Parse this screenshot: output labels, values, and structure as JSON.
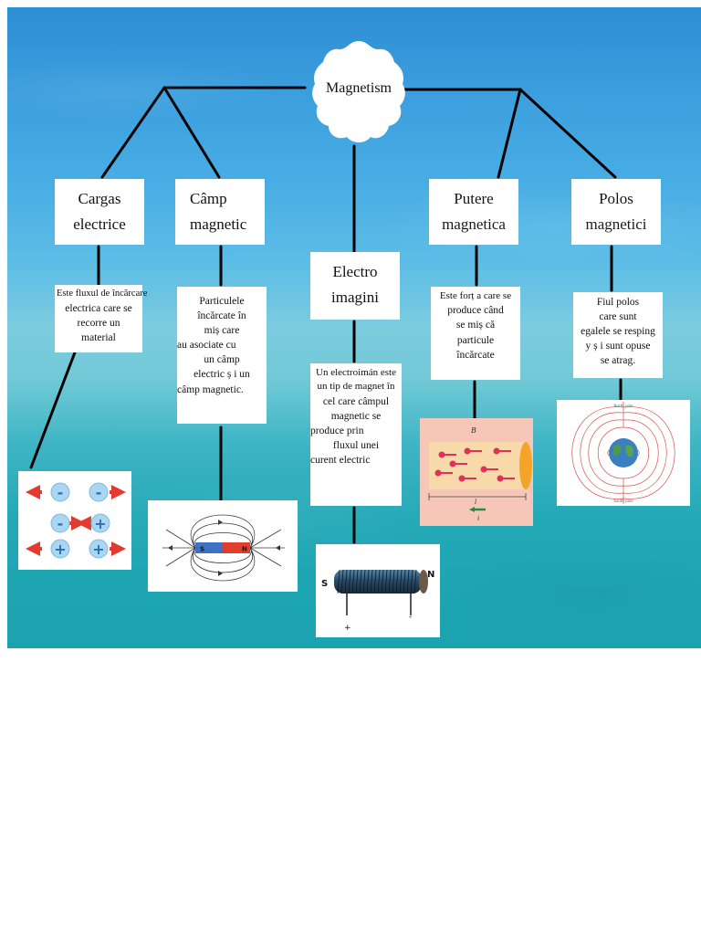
{
  "title": "Magnetism",
  "branches": {
    "cargas": {
      "heading": [
        "Cargas",
        "electrice"
      ],
      "description": [
        "Este fluxul de încărcare",
        "electrica care se",
        "recorre un",
        "material"
      ]
    },
    "camp": {
      "heading": [
        "Câmp",
        "magnetic"
      ],
      "description": [
        "Particulele",
        "încărcate în",
        "miș care",
        "au asociate cu",
        "un câmp",
        "electric ș i un",
        "câmp magnetic."
      ]
    },
    "electro": {
      "heading": [
        "Electro",
        "imagini"
      ],
      "description": [
        "Un electroimán este",
        "un tip de magnet în",
        "cel care câmpul",
        "magnetic se",
        "produce prin",
        "fluxul unei",
        "curent electric"
      ]
    },
    "putere": {
      "heading": [
        "Putere",
        "magnetica"
      ],
      "description": [
        "Este forț a care se",
        "produce când",
        "se miș că",
        "particule",
        "încărcate"
      ]
    },
    "polos": {
      "heading": [
        "Polos",
        "magnetici"
      ],
      "description": [
        "Fiul polos",
        "care sunt",
        "egalele se resping",
        "y ș i sunt opuse",
        "se atrag."
      ]
    }
  },
  "illustrations": {
    "charges": {
      "signs": [
        "-",
        "-",
        "-",
        "+",
        "+",
        "+"
      ]
    },
    "bar_magnet": {
      "south": "S",
      "north": "N"
    },
    "solenoid": {
      "south": "S",
      "north": "N",
      "minus": "-",
      "plus": "+"
    },
    "moving_charges": {
      "field_label": "B",
      "length_label": "l",
      "current_label": "i"
    },
    "earth_field": {
      "top_label": "North pole",
      "bottom_label": "South pole"
    }
  },
  "colors": {
    "line": "#000000",
    "arrow_red": "#e23a2f",
    "charge_blue": "#a9d6f2",
    "magnet_red": "#e03a2a",
    "magnet_blue": "#3b6fc4",
    "coil": "#2a4a66",
    "force_panel": "#f6c6b8",
    "charge_pink": "#e0315a",
    "earth": "#3a7fc0"
  }
}
